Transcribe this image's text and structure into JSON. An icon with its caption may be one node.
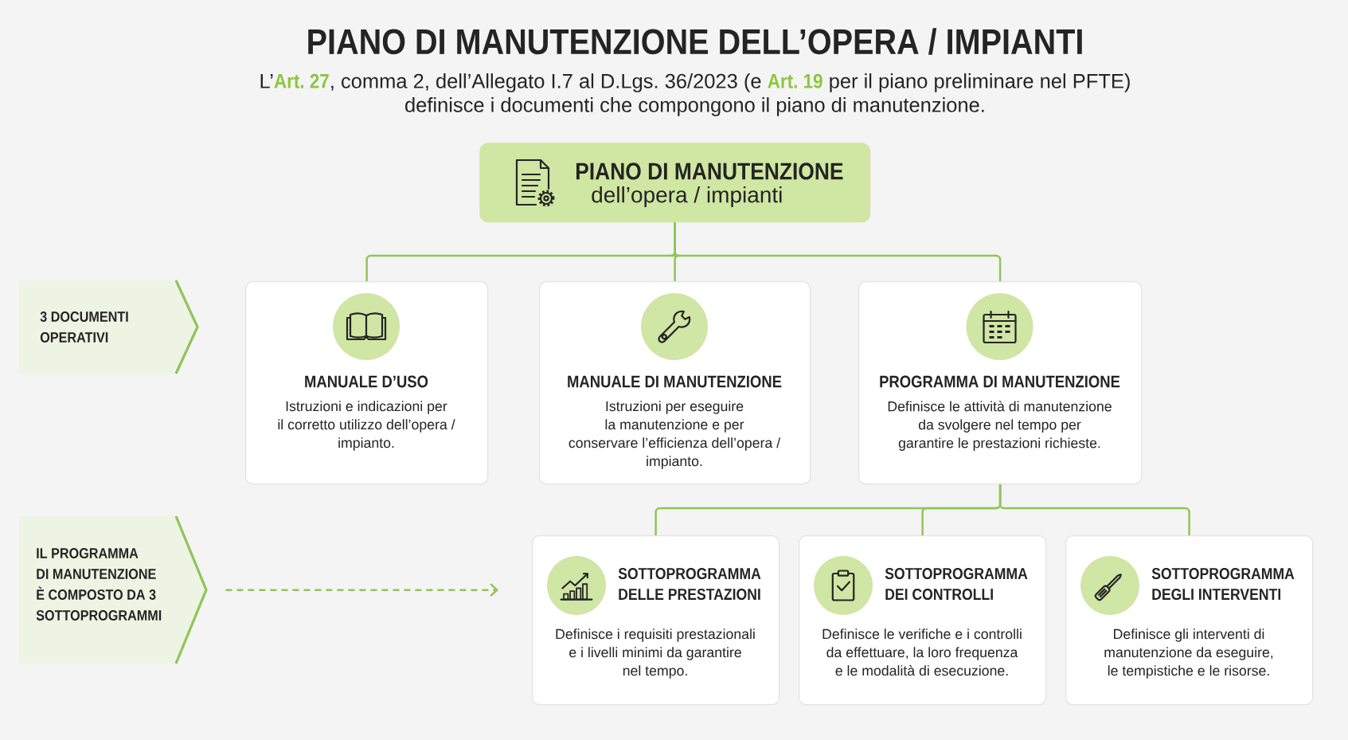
{
  "diagram": {
    "title": "PIANO DI MANUTENZIONE DELL’OPERA / IMPIANTI",
    "nodes": [
      {
        "text": [
          "PIANO DI MANUTENZIONE",
          "dell’opera / impianti"
        ]
      },
      {
        "text": [
          "3 DOCUMENTI OPERATIVI"
        ]
      },
      {
        "text": [
          "MANUALE D’USO",
          "Istruzioni e indicazioni per il corretto utilizzo dell’opera / impianto."
        ]
      },
      {
        "text": [
          "MANUALE DI MANUTENZIONE",
          "Istruzioni per eseguire la manutenzione e per conservare l’efficienza dell’opera / impianto."
        ]
      },
      {
        "text": [
          "PROGRAMMA DI MANUTENZIONE",
          "Definisce le attività di manutenzione da svolgere nel tempo per garantire le prestazioni richieste."
        ]
      },
      {
        "text": [
          "IL PROGRAMMA DI MANUTENZIONE È COMPOSTO DA 3 SOTTOPROGRAMMI"
        ]
      },
      {
        "text": [
          "SOTTOPROGRAMMA DELLE PRESTAZIONI",
          "Definisce i requisiti prestazionali e i livelli minimi da garantire nel tempo."
        ]
      },
      {
        "text": [
          "SOTTOPROGRAMMA DEI CONTROLLI",
          "Definisce le verifiche e i controlli da effettuare, la loro frequenza e le modalità di esecuzione."
        ]
      },
      {
        "text": [
          "SOTTOPROGRAMMA DEGLI INTERVENTI",
          "Definisce gli interventi di manutenzione da eseguire, le tempistiche e le risorse."
        ]
      }
    ],
    "edges": [
      {
        "from": 0,
        "to": 2,
        "arrow": "none"
      },
      {
        "from": 0,
        "to": 3,
        "arrow": "none"
      },
      {
        "from": 0,
        "to": 4,
        "arrow": "none"
      },
      {
        "from": 4,
        "to": 6,
        "arrow": "none"
      },
      {
        "from": 4,
        "to": 7,
        "arrow": "none"
      },
      {
        "from": 4,
        "to": 8,
        "arrow": "none"
      },
      {
        "from": 5,
        "to": 6,
        "arrow": "to",
        "style": "dashed"
      }
    ],
    "labels": [
      "L’**Art. 27**, comma 2, dell’Allegato I.7 al D.Lgs. 36/2023 (e **Art. 19** per il piano preliminare nel PFTE) definisce i documenti che compongono il piano di manutenzione."
    ]
  }
}
